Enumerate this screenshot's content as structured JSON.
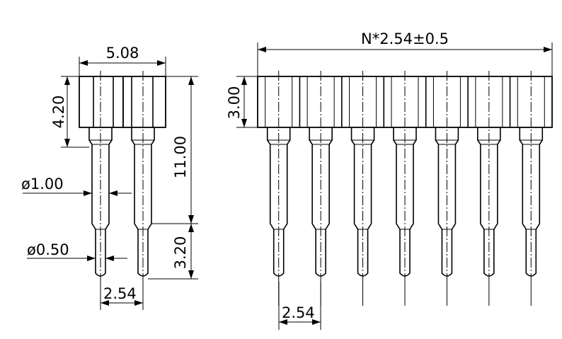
{
  "drawing": {
    "side_view": {
      "dims": {
        "width": "5.08",
        "body_height": "4.20",
        "total_height": "11.00",
        "tail_length": "3.20",
        "pin_diameter": "ø1.00",
        "tail_diameter": "ø0.50",
        "pitch": "2.54"
      }
    },
    "front_view": {
      "dims": {
        "length": "N*2.54±0.5",
        "body_height": "3.00",
        "pitch": "2.54"
      },
      "pin_count": 7
    },
    "line_color": "#000000",
    "background": "#ffffff"
  }
}
